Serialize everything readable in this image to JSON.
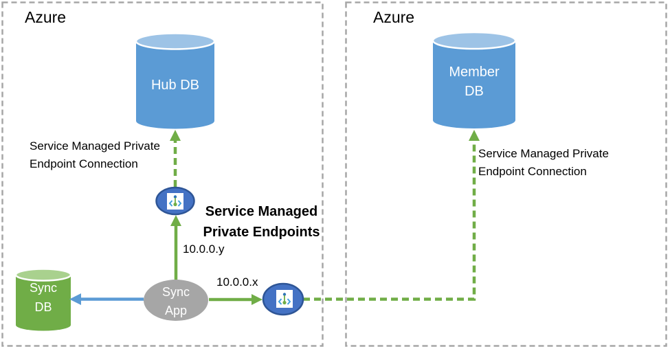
{
  "regions": {
    "left": {
      "label": "Azure"
    },
    "right": {
      "label": "Azure"
    }
  },
  "nodes": {
    "hub_db": {
      "label": "Hub DB"
    },
    "member_db": {
      "line1": "Member",
      "line2": "DB"
    },
    "sync_db": {
      "line1": "Sync",
      "line2": "DB"
    },
    "sync_app": {
      "line1": "Sync",
      "line2": "App"
    }
  },
  "labels": {
    "hub_connection": {
      "line1": "Service Managed Private",
      "line2": "Endpoint Connection"
    },
    "member_connection": {
      "line1": "Service Managed Private",
      "line2": "Endpoint Connection"
    },
    "private_endpoints": {
      "line1": "Service Managed",
      "line2": "Private Endpoints"
    },
    "ip_y": "10.0.0.y",
    "ip_x": "10.0.0.x"
  },
  "icons": {
    "private_endpoint": "azure-private-endpoint-icon"
  },
  "colors": {
    "db_blue": "#5B9BD5",
    "db_blue_top": "#9DC3E6",
    "db_green": "#70AD47",
    "db_green_top": "#A9D18E",
    "app_gray": "#A6A6A6",
    "endpoint_fill": "#4472C4",
    "endpoint_border": "#2E5596",
    "arrow_green": "#70AD47",
    "arrow_blue": "#5B9BD5",
    "region_border": "#A6A6A6",
    "text": "#000000"
  }
}
